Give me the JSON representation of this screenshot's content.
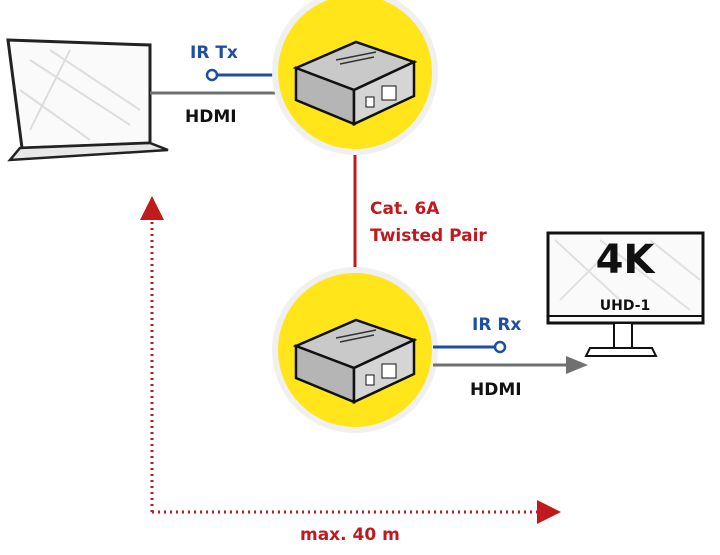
{
  "labels": {
    "ir_tx": "IR Tx",
    "hdmi_top": "HDMI",
    "cable_line1": "Cat. 6A",
    "cable_line2": "Twisted Pair",
    "ir_rx": "IR Rx",
    "hdmi_bottom": "HDMI",
    "distance": "max. 40 m",
    "monitor_big": "4K",
    "monitor_small": "UHD-1"
  },
  "colors": {
    "highlight": "#FFE51A",
    "ir": "#1F4FA0",
    "cable": "#C0191E",
    "hdmi": "#707070"
  }
}
